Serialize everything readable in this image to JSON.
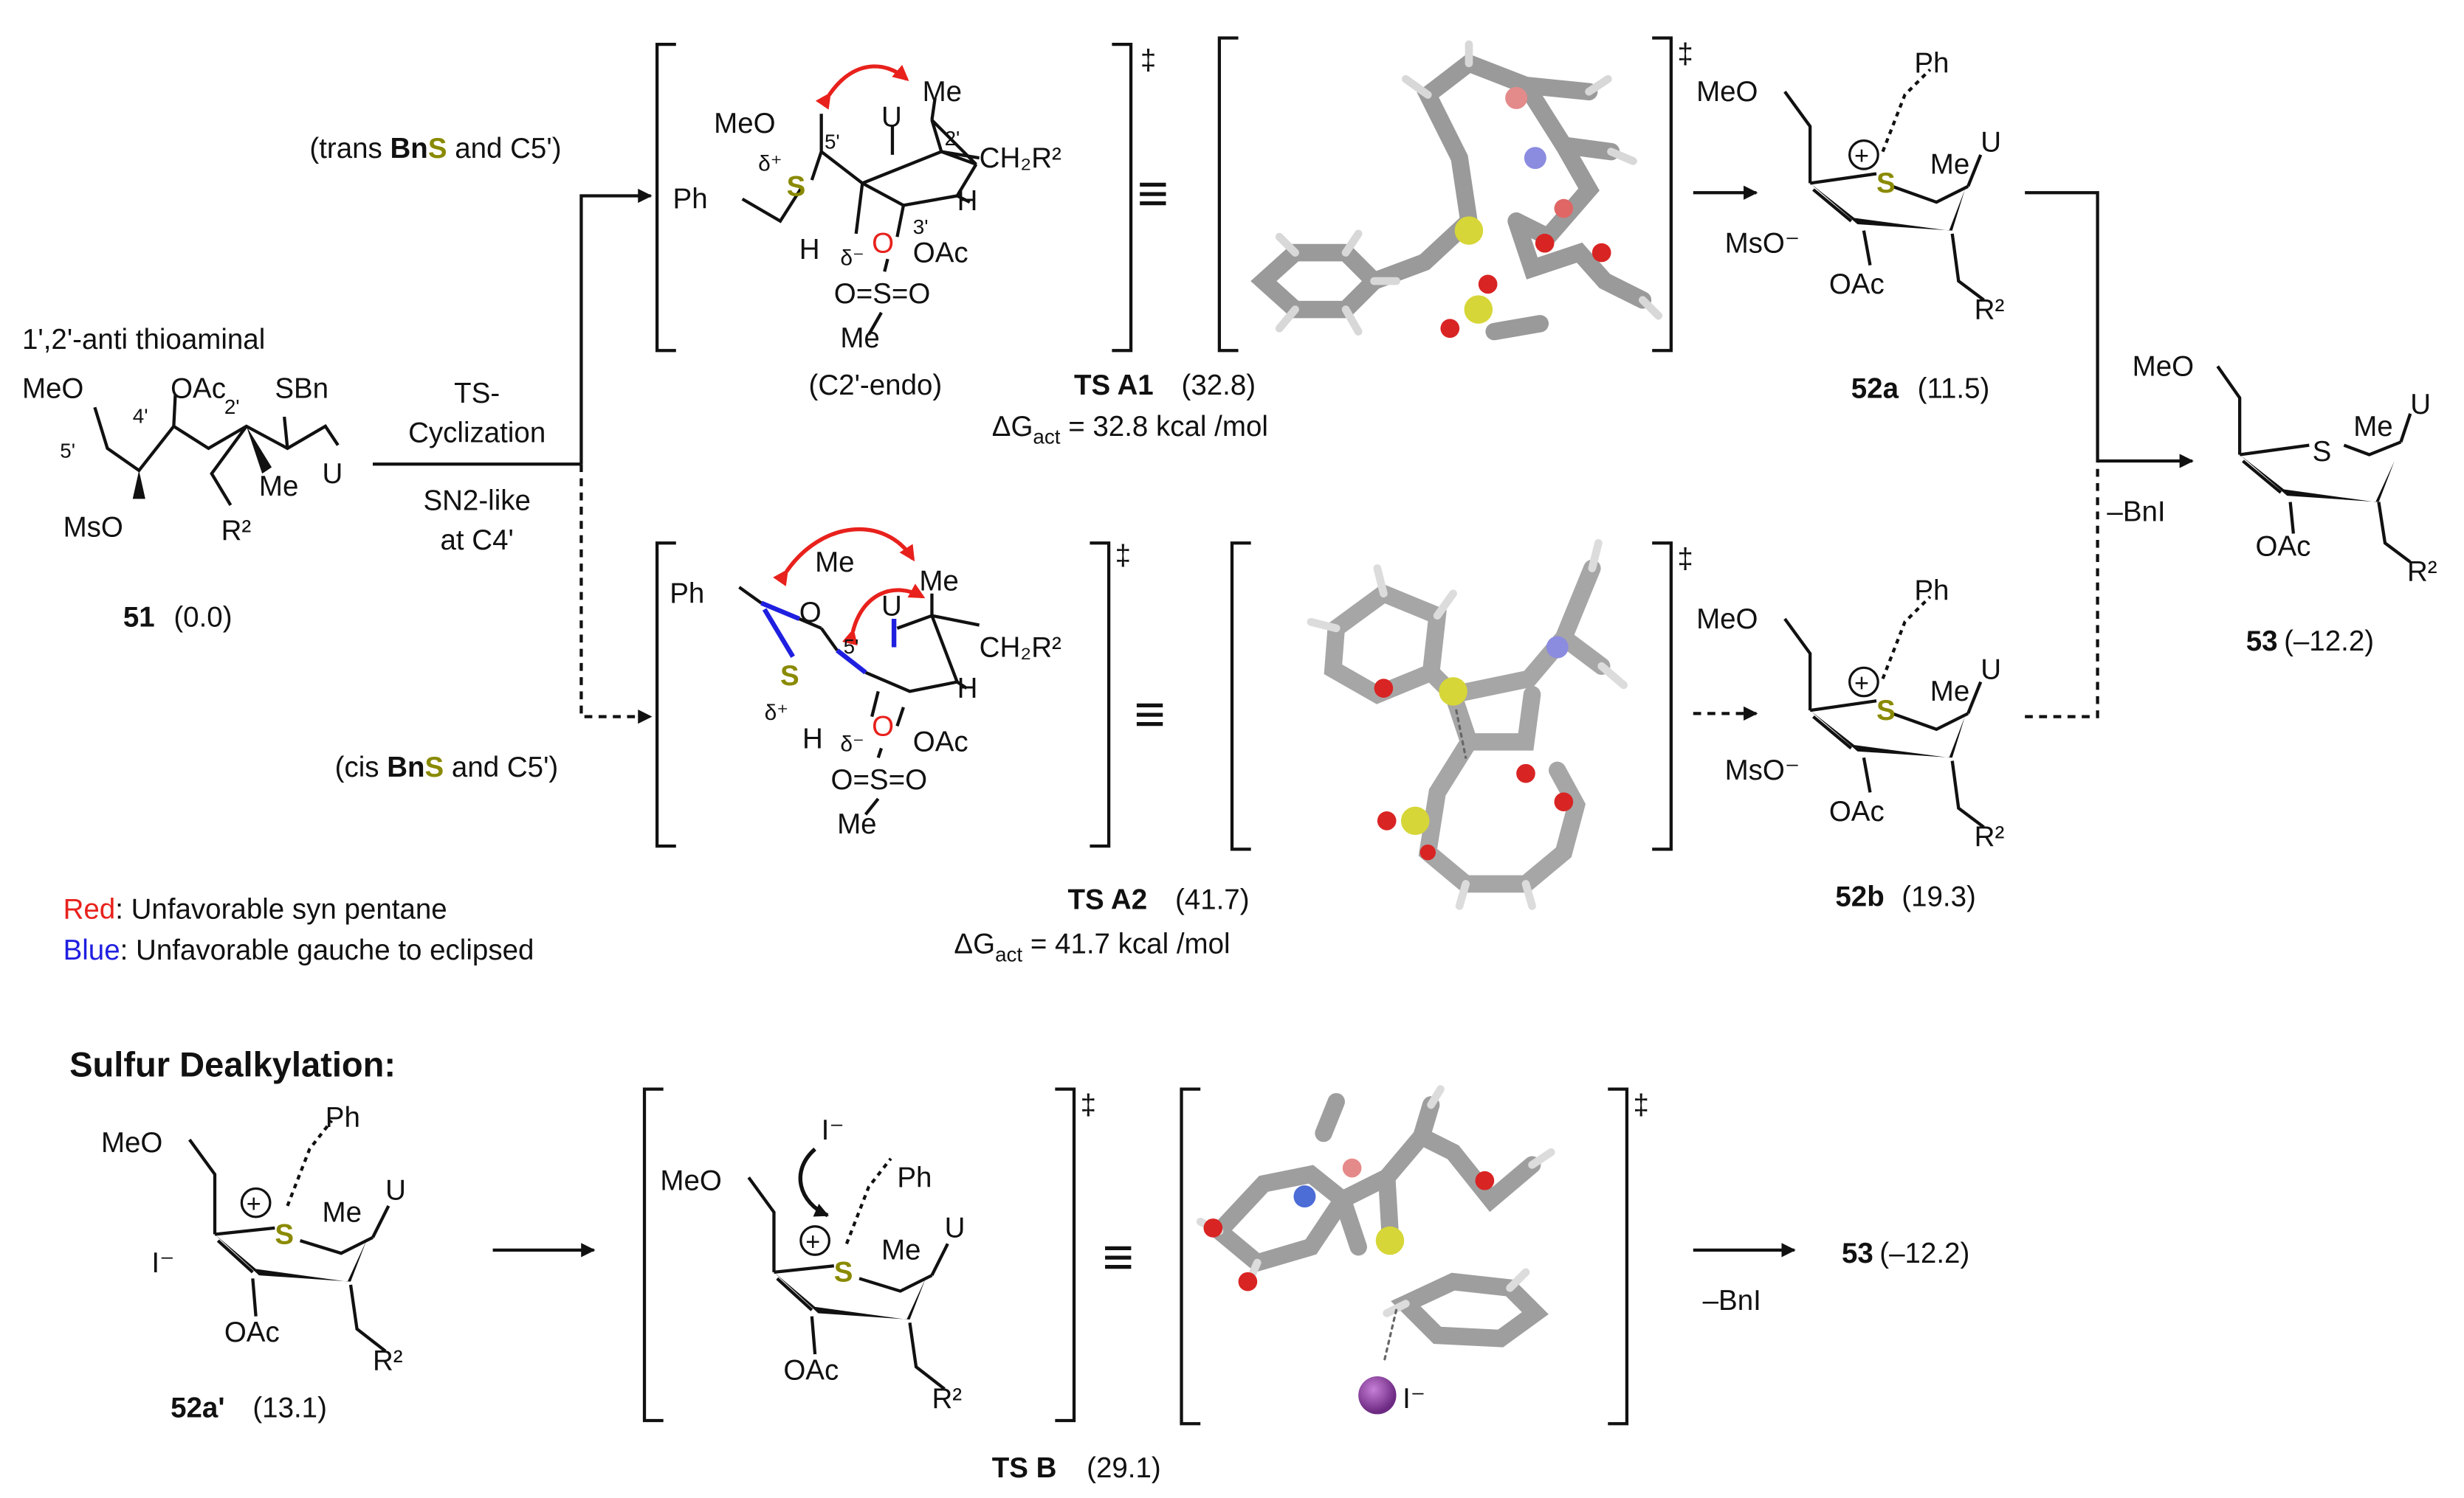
{
  "colors": {
    "text": "#111111",
    "sulfur": "#8a8a00",
    "oxygen_red": "#e8211c",
    "gauche_blue": "#1f1fe0",
    "iodide_purple": "#8b3a9e"
  },
  "substrate_51": {
    "header": "1',2'-anti thioaminal",
    "groups": {
      "meo": "MeO",
      "oac": "OAc",
      "sbn": "SBn",
      "u": "U",
      "mso": "MsO",
      "me": "Me",
      "r2": "R²"
    },
    "locants": {
      "c5": "5'",
      "c4": "4'",
      "c2": "2'"
    },
    "id": "51",
    "energy": "(0.0)"
  },
  "conditions": {
    "line1": "TS-",
    "line2": "Cyclization",
    "line3": "SN2-like",
    "line4": "at C4'"
  },
  "path_trans": {
    "label_pre": "(trans ",
    "label_bn": "Bn",
    "label_s": "S",
    "label_post": " and C5')"
  },
  "path_cis": {
    "label_pre": "(cis ",
    "label_bn": "Bn",
    "label_s": "S",
    "label_post": " and C5')"
  },
  "ts_a1": {
    "groups": {
      "meo": "MeO",
      "c5": "5'",
      "u": "U",
      "me": "Me",
      "c2": "2'",
      "ch2r2": "CH₂R²",
      "delta_s": "δ⁺",
      "s": "S",
      "ph": "Ph",
      "h": "H",
      "c3": "3'",
      "h2": "H",
      "delta_o": "δ⁻",
      "o": "O",
      "oac": "OAc",
      "so": "O=S=O",
      "me2": "Me"
    },
    "conformer": "(C2'-endo)",
    "dagger": "‡",
    "equiv": "≡",
    "name": "TS A1",
    "energy": "(32.8)",
    "dg_pre": "ΔG",
    "dg_sub": "act",
    "dg_post": " = 32.8 kcal /mol"
  },
  "ts_a2": {
    "groups": {
      "ph": "Ph",
      "o": "O",
      "me": "Me",
      "me2": "Me",
      "u": "U",
      "c5": "5'",
      "ch2r2": "CH₂R²",
      "s": "S",
      "delta_s": "δ⁺",
      "h": "H",
      "h2": "H",
      "delta_o": "δ⁻",
      "o2": "O",
      "oac": "OAc",
      "so": "O=S=O",
      "me3": "Me"
    },
    "dagger": "‡",
    "equiv": "≡",
    "name": "TS A2",
    "energy": "(41.7)",
    "dg_pre": "ΔG",
    "dg_sub": "act",
    "dg_post": " = 41.7 kcal /mol"
  },
  "product_52a": {
    "groups": {
      "ph": "Ph",
      "meo": "MeO",
      "s": "S",
      "me": "Me",
      "u": "U",
      "mso": "MsO⁻",
      "oac": "OAc",
      "r2": "R²"
    },
    "id": "52a",
    "energy": "(11.5)"
  },
  "product_52b": {
    "groups": {
      "ph": "Ph",
      "meo": "MeO",
      "s": "S",
      "me": "Me",
      "u": "U",
      "mso": "MsO⁻",
      "oac": "OAc",
      "r2": "R²"
    },
    "id": "52b",
    "energy": "(19.3)"
  },
  "product_53": {
    "groups": {
      "meo": "MeO",
      "s": "S",
      "me": "Me",
      "u": "U",
      "oac": "OAc",
      "r2": "R²"
    },
    "id": "53",
    "energy": "(–12.2)",
    "reagent": "–BnI"
  },
  "legend": {
    "red_word": "Red",
    "red_text": ": Unfavorable syn pentane",
    "blue_word": "Blue",
    "blue_text": ": Unfavorable gauche to eclipsed"
  },
  "section_title": "Sulfur Dealkylation:",
  "dealk": {
    "start": {
      "groups": {
        "meo": "MeO",
        "ph": "Ph",
        "s": "S",
        "me": "Me",
        "u": "U",
        "iodide": "I⁻",
        "oac": "OAc",
        "r2": "R²"
      },
      "id": "52a'",
      "energy": "(13.1)"
    },
    "ts_b": {
      "groups": {
        "iodide": "I⁻",
        "meo": "MeO",
        "ph": "Ph",
        "s": "S",
        "me": "Me",
        "u": "U",
        "oac": "OAc",
        "r2": "R²"
      },
      "dagger": "‡",
      "equiv": "≡",
      "name": "TS B",
      "energy": "(29.1)"
    },
    "model_iodide": "I⁻",
    "reagent": "–BnI",
    "product_id": "53",
    "product_energy": "(–12.2)"
  }
}
